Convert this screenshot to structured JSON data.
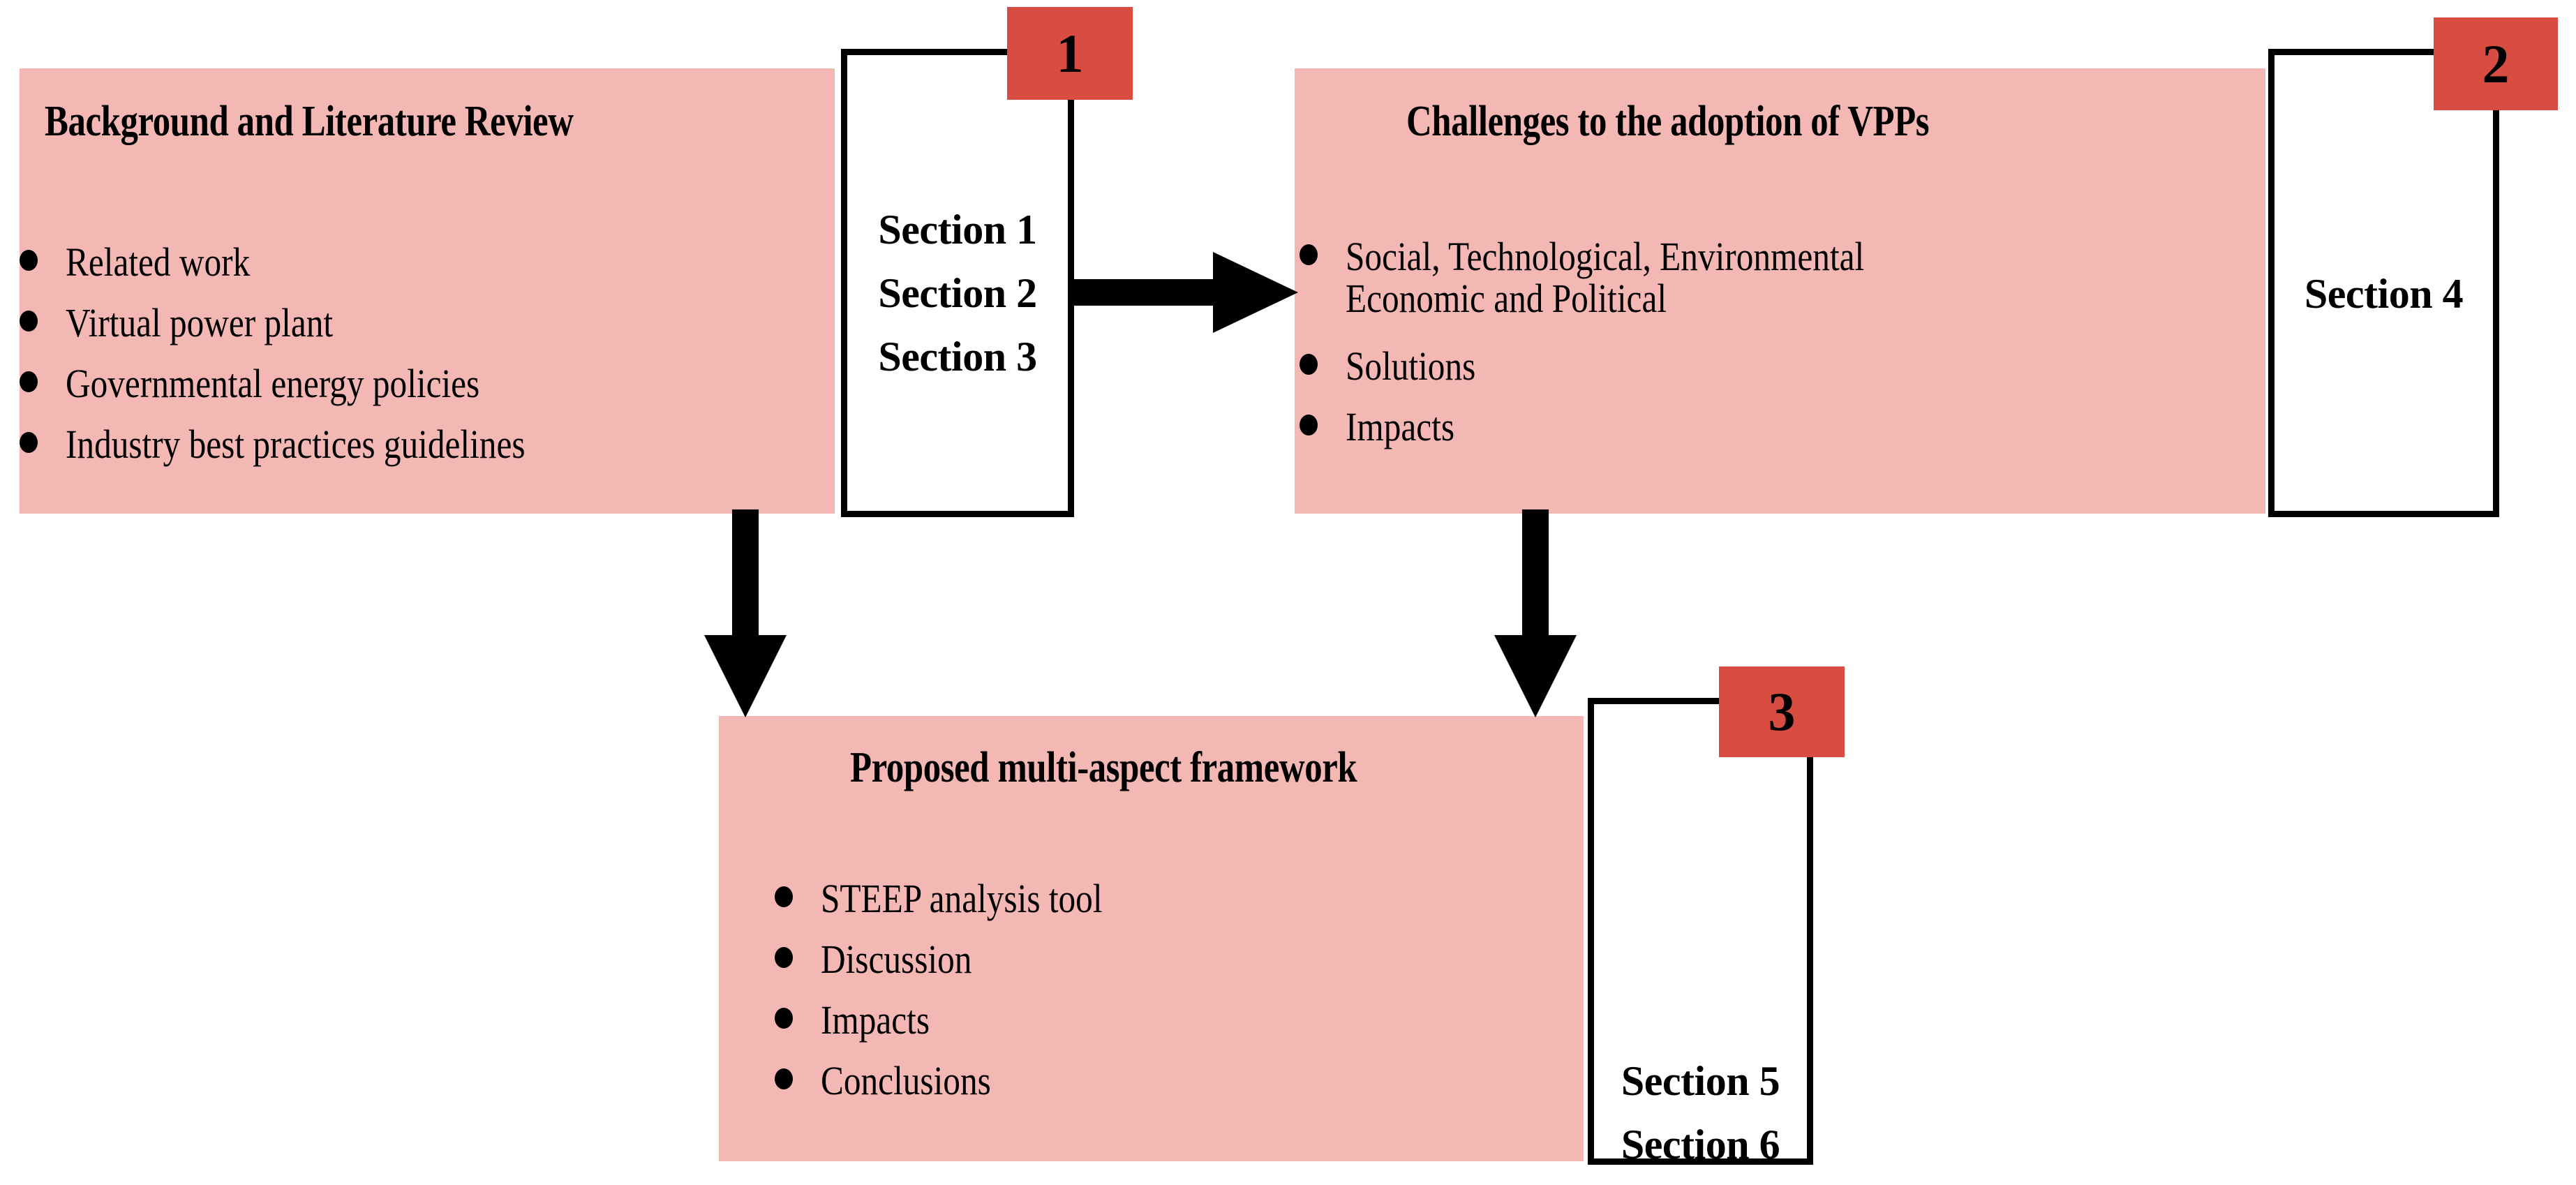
{
  "diagram": {
    "title": "Paper structure / multi-aspect framework flow diagram",
    "colors": {
      "panel_fill": "#F4B8B4",
      "badge_fill": "#D84C42",
      "stroke": "#000000",
      "section_box_fill": "#FFFFFF"
    },
    "nodes": [
      {
        "id": "background",
        "badge": "1",
        "title": "Background and Literature Review",
        "bullets": [
          "Related work",
          "Virtual power plant",
          "Governmental energy policies",
          "Industry best practices guidelines"
        ],
        "sections": "Section 1\nSection 2\nSection 3"
      },
      {
        "id": "challenges",
        "badge": "2",
        "title": "Challenges to the adoption of VPPs",
        "bullets": [
          "Social, Technological, Environmental\nEconomic and Political",
          "Solutions",
          " Impacts"
        ],
        "sections": "Section 4"
      },
      {
        "id": "framework",
        "badge": "3",
        "title": "Proposed multi-aspect framework",
        "bullets": [
          "STEEP analysis tool",
          "Discussion",
          "Impacts",
          "Conclusions"
        ],
        "sections": "Section 5\nSection 6"
      }
    ],
    "connectors": [
      {
        "id": "background-to-challenges",
        "from": "background",
        "to": "challenges",
        "direction": "right"
      },
      {
        "id": "background-to-framework",
        "from": "background",
        "to": "framework",
        "direction": "down"
      },
      {
        "id": "challenges-to-framework",
        "from": "challenges",
        "to": "framework",
        "direction": "down"
      }
    ]
  }
}
